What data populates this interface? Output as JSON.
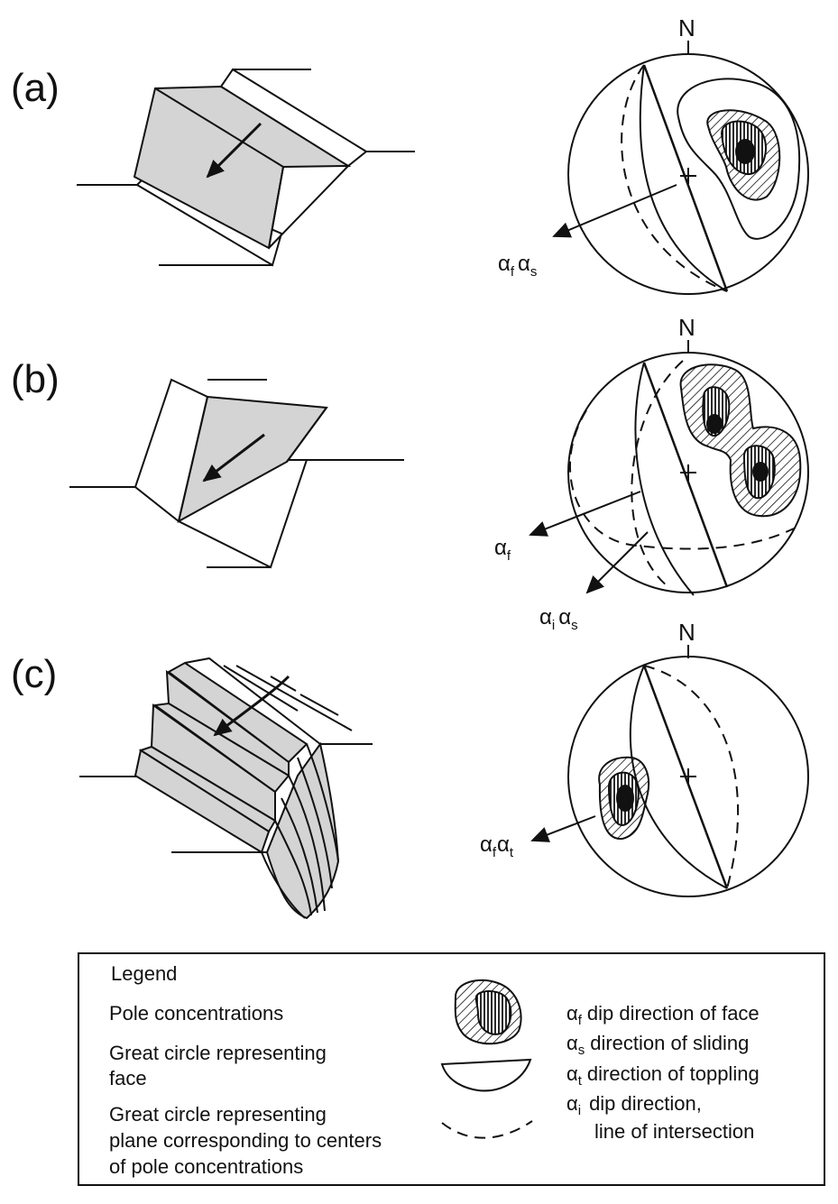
{
  "panels": [
    {
      "label": "(a)",
      "north": "N",
      "arrows": [
        {
          "a1": "α",
          "s1": "f",
          "a2": "α",
          "s2": "s"
        }
      ]
    },
    {
      "label": "(b)",
      "north": "N",
      "arrows": [
        {
          "a1": "α",
          "s1": "f"
        },
        {
          "a1": "α",
          "s1": "i",
          "a2": "α",
          "s2": "s"
        }
      ]
    },
    {
      "label": "(c)",
      "north": "N",
      "arrows": [
        {
          "a1": "α",
          "s1": "f",
          "a2": "α",
          "s2": "t"
        }
      ]
    }
  ],
  "legend": {
    "title": "Legend",
    "pole": "Pole concentrations",
    "face_1": "Great circle representing",
    "face_2": "face",
    "plane_1": "Great circle representing",
    "plane_2": "plane corresponding to centers",
    "plane_3": "of pole concentrations",
    "keys": [
      {
        "sym": "α",
        "sub": "f",
        "text": "dip direction of face"
      },
      {
        "sym": "α",
        "sub": "s",
        "text": "direction of sliding"
      },
      {
        "sym": "α",
        "sub": "t",
        "text": "direction of toppling"
      },
      {
        "sym": "α",
        "sub": "i",
        "text": "dip direction,",
        "text2": "line of intersection"
      }
    ]
  },
  "colors": {
    "face_fill": "#d4d4d4",
    "line": "#111111"
  }
}
